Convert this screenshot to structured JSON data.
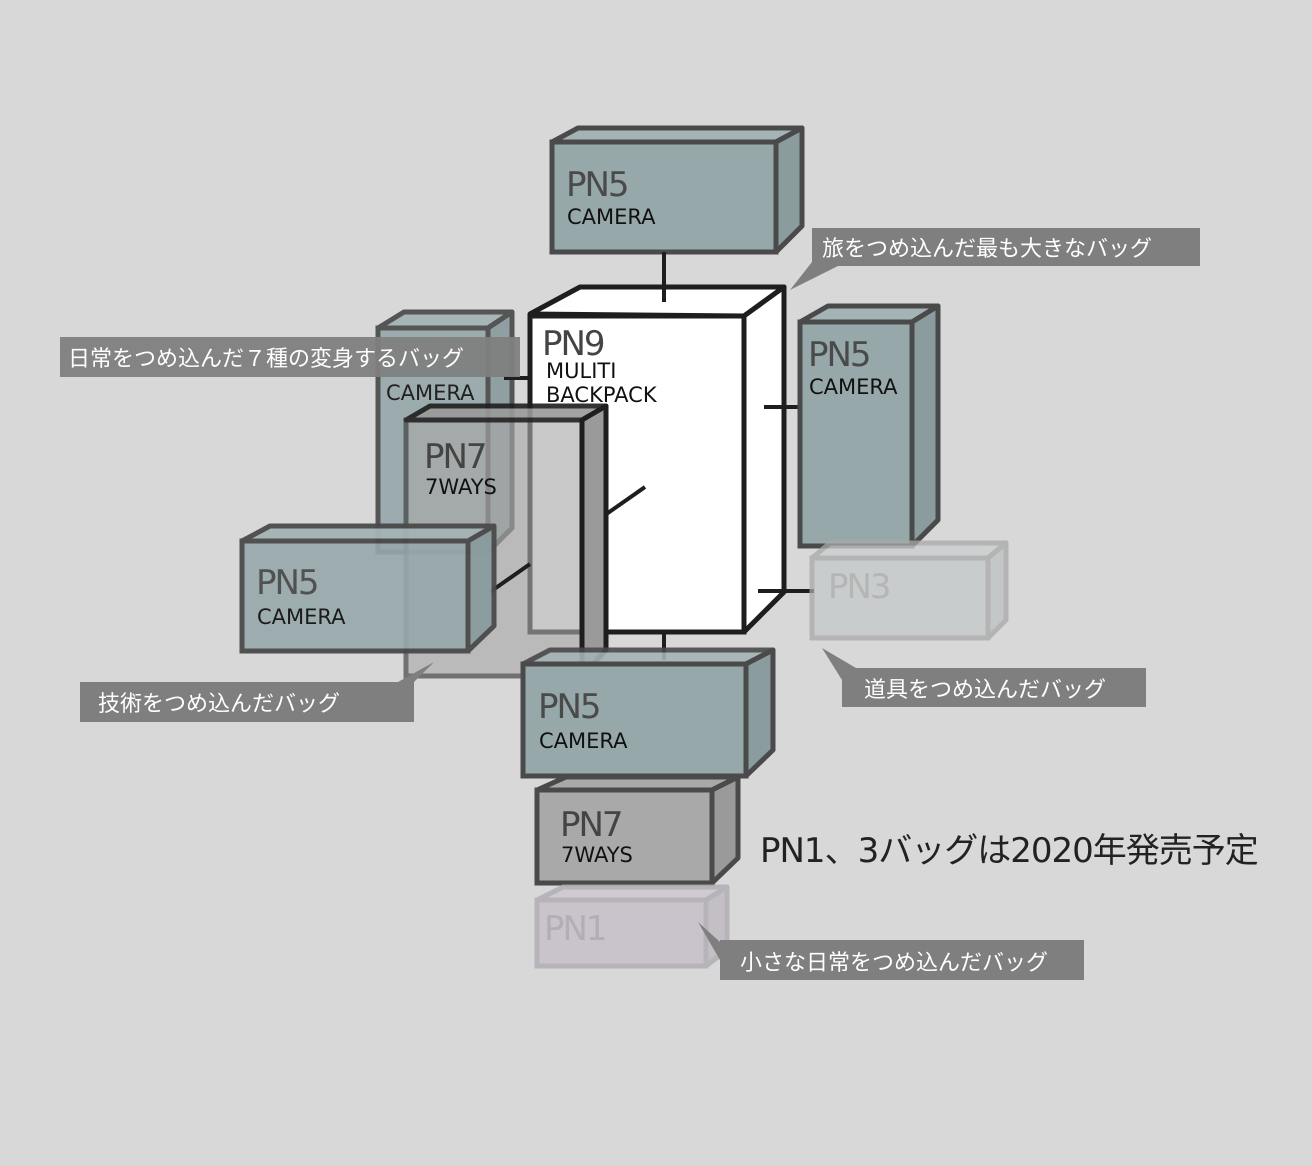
{
  "background_color": "#d8d8d8",
  "colors": {
    "camera_fill": "#97a8aa",
    "camera_side": "#8a9c9e",
    "camera_stroke": "#4a4a4a",
    "pn7_fill": "#a9a9a9",
    "pn7_side": "#9a9a9a",
    "main_fill": "#ffffff",
    "main_stroke": "#1e1e1e",
    "pn3_fill": "#c3c8c8",
    "pn3_stroke": "#a8a8a8",
    "pn1_fill": "#c6c0c8",
    "pn1_stroke": "#b0acb2",
    "callout_fill": "#7f7f7f",
    "connector": "#1e1e1e"
  },
  "main_bag": {
    "model": "PN9",
    "line1": "MULITI",
    "line2": "BACKPACK"
  },
  "modules": {
    "top": {
      "model": "PN5",
      "name": "CAMERA"
    },
    "back_left": {
      "model": "PN5",
      "name": "CAMERA"
    },
    "right": {
      "model": "PN5",
      "name": "CAMERA"
    },
    "front_left_7": {
      "model": "PN7",
      "name": "7WAYS"
    },
    "left": {
      "model": "PN5",
      "name": "CAMERA"
    },
    "pn3": {
      "model": "PN3"
    },
    "bottom": {
      "model": "PN5",
      "name": "CAMERA"
    },
    "bottom_7": {
      "model": "PN7",
      "name": "7WAYS"
    },
    "pn1": {
      "model": "PN1"
    }
  },
  "callouts": {
    "travel": "旅をつめ込んだ最も大きなバッグ",
    "daily7": "日常をつめ込んだ７種の変身するバッグ",
    "tech": "技術をつめ込んだバッグ",
    "tools": "道具をつめ込んだバッグ",
    "small": "小さな日常をつめ込んだバッグ"
  },
  "release_note": "PN1、3バッグは2020年発売予定"
}
